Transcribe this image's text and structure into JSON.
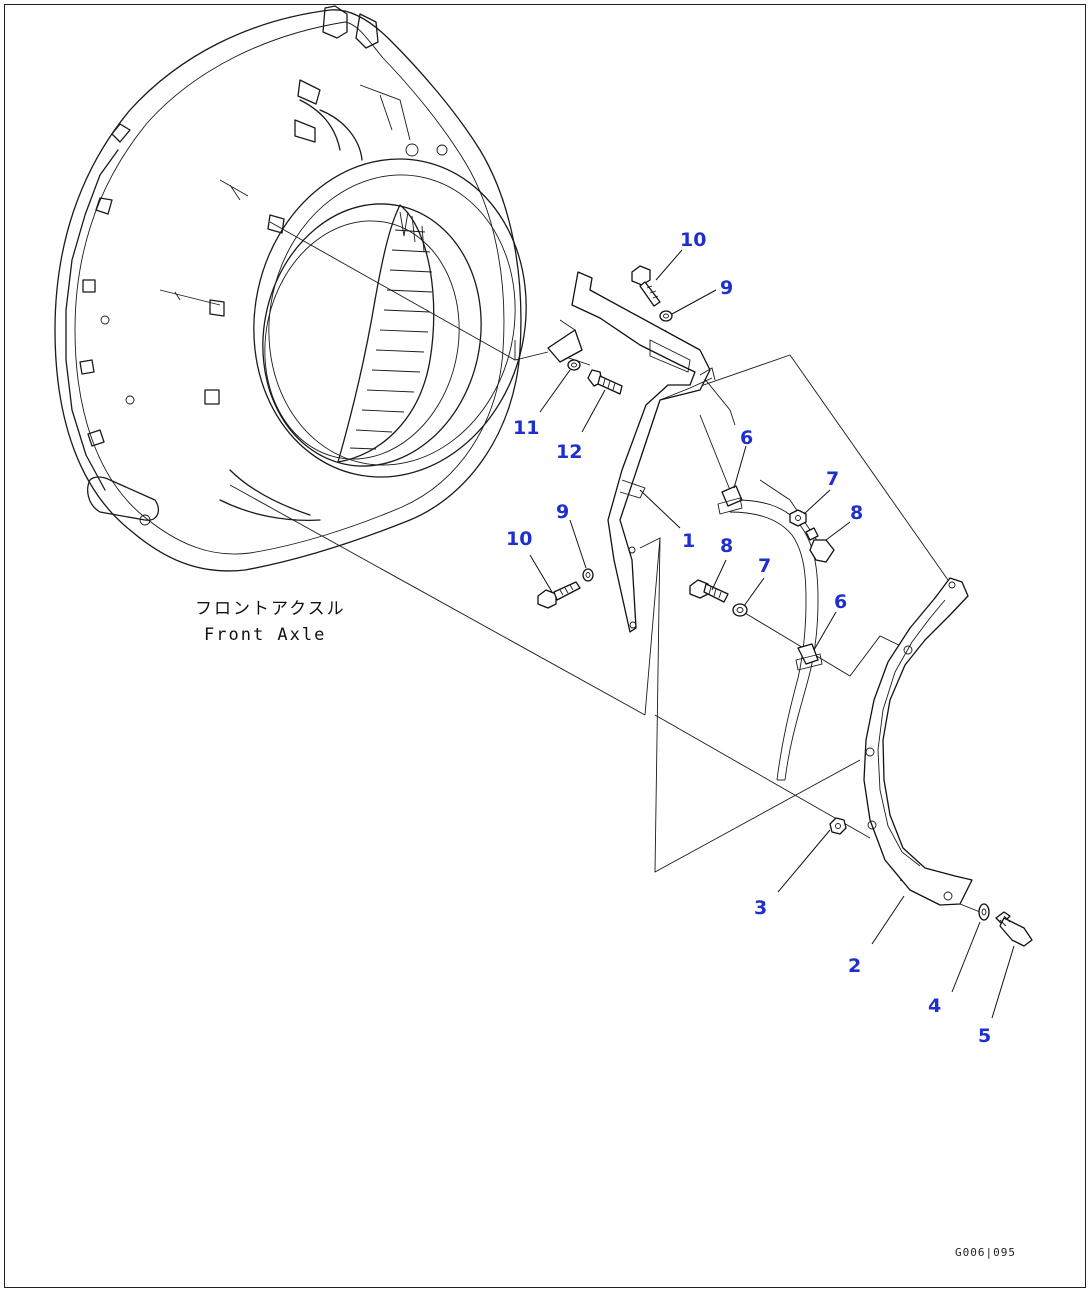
{
  "caption": {
    "japanese": "フロントアクスル",
    "english": "Front Axle"
  },
  "drawing_code": "G006|095",
  "callouts": {
    "c1": "1",
    "c2": "2",
    "c3": "3",
    "c4": "4",
    "c5": "5",
    "c6a": "6",
    "c6b": "6",
    "c7a": "7",
    "c7b": "7",
    "c8a": "8",
    "c8b": "8",
    "c9a": "9",
    "c9b": "9",
    "c10a": "10",
    "c10b": "10",
    "c11": "11",
    "c12": "12"
  },
  "colors": {
    "callout": "#1f2fcf",
    "line": "#1a1a1a"
  }
}
